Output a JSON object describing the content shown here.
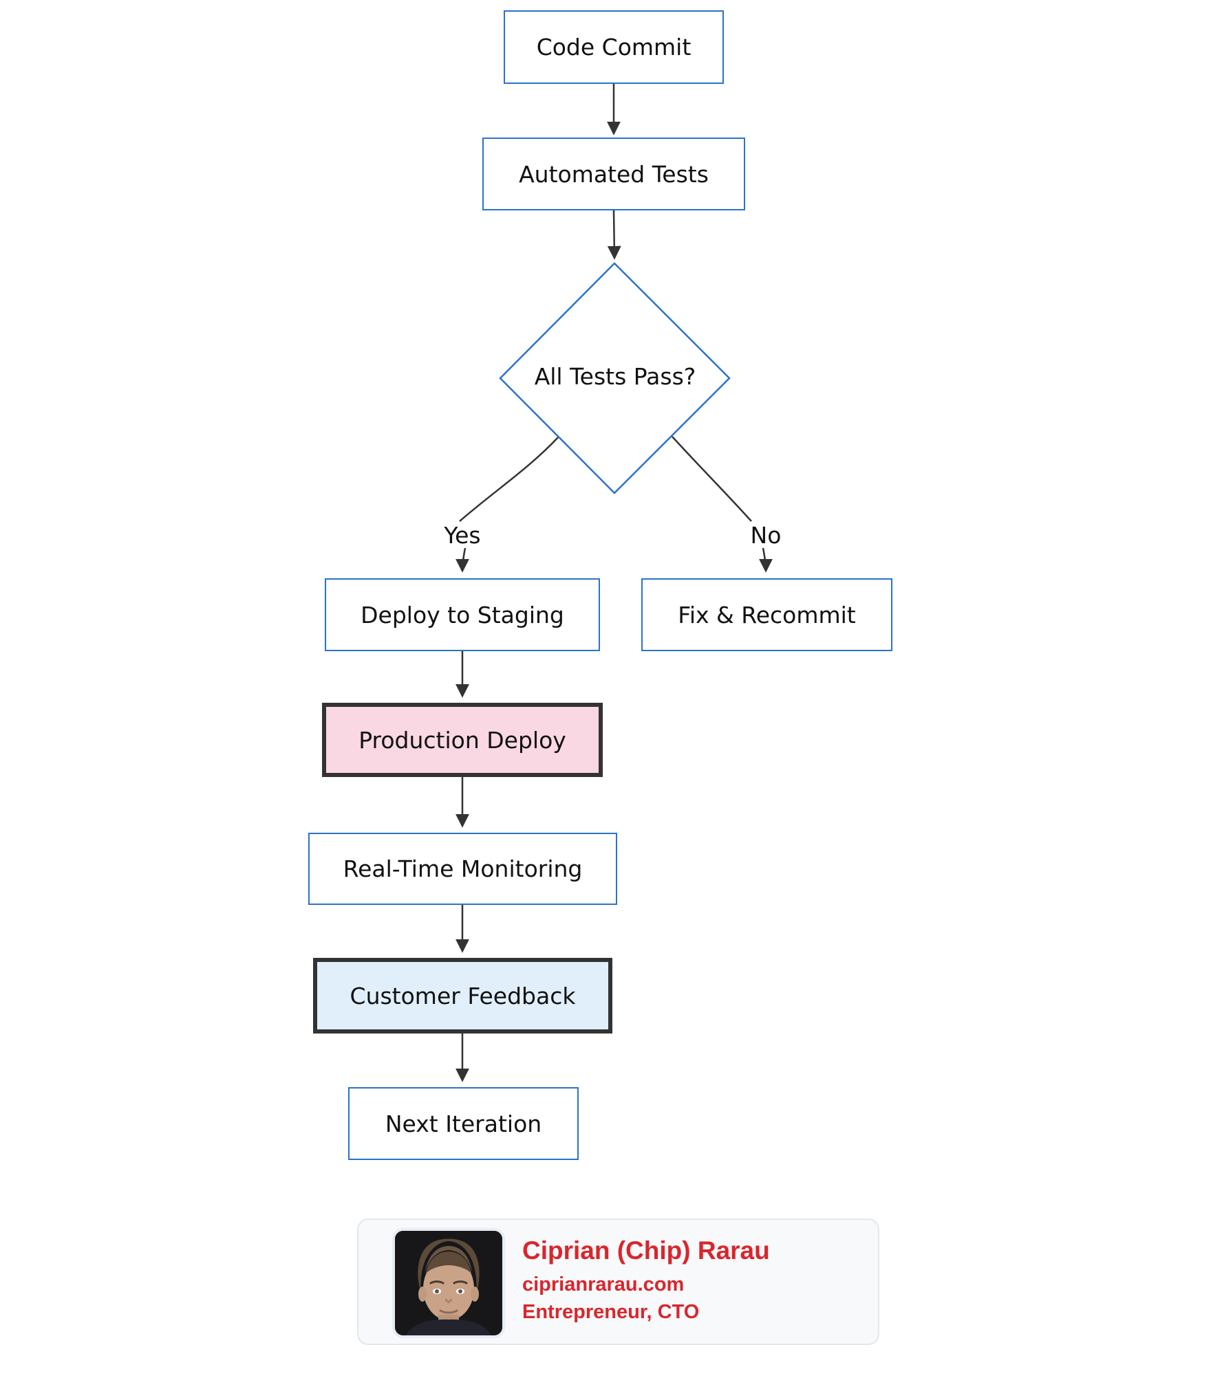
{
  "flowchart": {
    "nodes": {
      "code_commit": {
        "label": "Code Commit"
      },
      "automated_tests": {
        "label": "Automated Tests"
      },
      "all_tests_pass": {
        "label": "All Tests Pass?"
      },
      "deploy_staging": {
        "label": "Deploy to Staging"
      },
      "fix_recommit": {
        "label": "Fix & Recommit"
      },
      "production_deploy": {
        "label": "Production Deploy"
      },
      "realtime_monitoring": {
        "label": "Real-Time Monitoring"
      },
      "customer_feedback": {
        "label": "Customer Feedback"
      },
      "next_iteration": {
        "label": "Next Iteration"
      }
    },
    "edge_labels": {
      "yes": "Yes",
      "no": "No"
    },
    "colors": {
      "node_border": "#2b72cc",
      "node_fill": "#ffffff",
      "emphasis_border": "#333333",
      "production_deploy_fill": "#f9d7e3",
      "customer_feedback_fill": "#e1effb",
      "arrow": "#333333",
      "text": "#111111"
    }
  },
  "profile_card": {
    "name": "Ciprian (Chip) Rarau",
    "website": "ciprianrarau.com",
    "title": "Entrepreneur, CTO",
    "text_color": "#d9262c",
    "card_background": "#f7f9fb"
  }
}
